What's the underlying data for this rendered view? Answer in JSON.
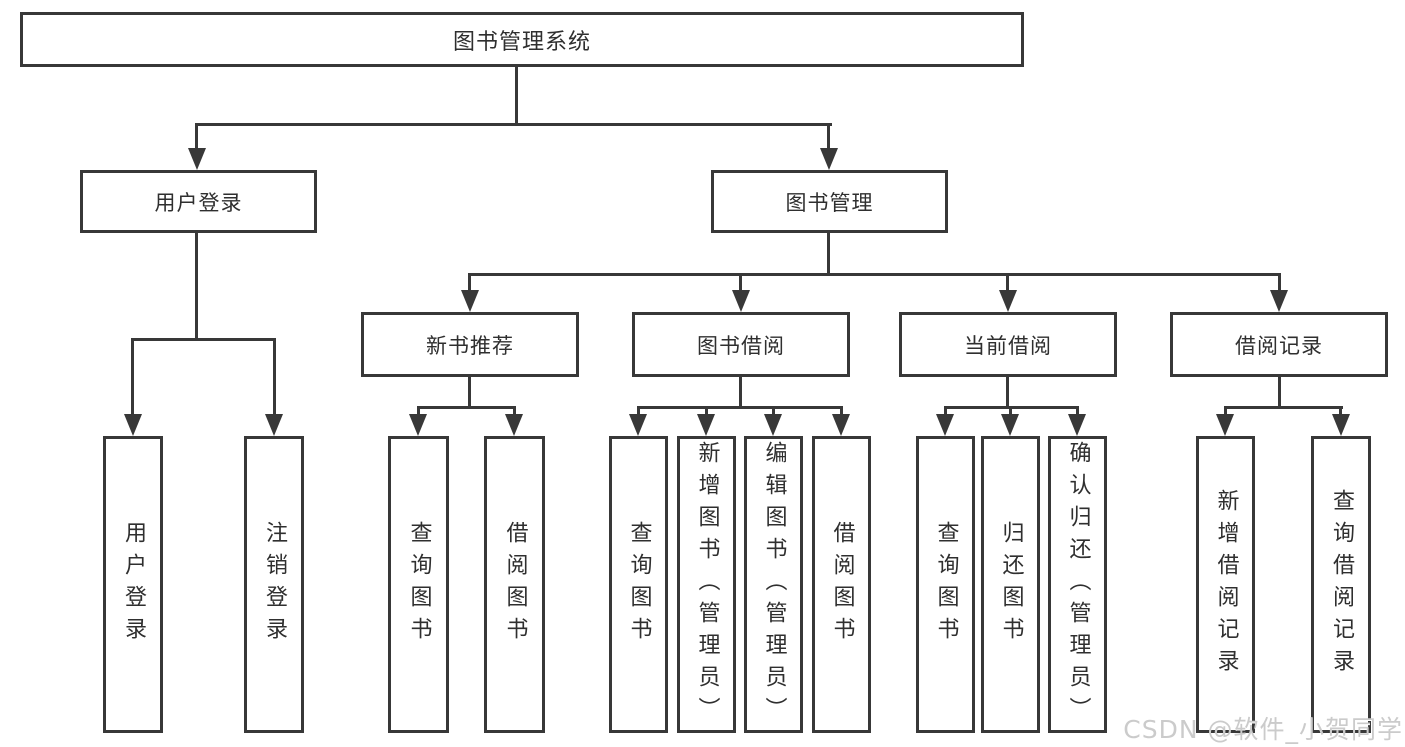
{
  "tree": {
    "label": "图书管理系统",
    "children": [
      {
        "label": "用户登录",
        "children": [
          {
            "label": "用户登录"
          },
          {
            "label": "注销登录"
          }
        ]
      },
      {
        "label": "图书管理",
        "children": [
          {
            "label": "新书推荐",
            "children": [
              {
                "label": "查询图书"
              },
              {
                "label": "借阅图书"
              }
            ]
          },
          {
            "label": "图书借阅",
            "children": [
              {
                "label": "查询图书"
              },
              {
                "label": "新增图书（管理员）"
              },
              {
                "label": "编辑图书（管理员）"
              },
              {
                "label": "借阅图书"
              }
            ]
          },
          {
            "label": "当前借阅",
            "children": [
              {
                "label": "查询图书"
              },
              {
                "label": "归还图书"
              },
              {
                "label": "确认归还（管理员）"
              }
            ]
          },
          {
            "label": "借阅记录",
            "children": [
              {
                "label": "新增借阅记录"
              },
              {
                "label": "查询借阅记录"
              }
            ]
          }
        ]
      }
    ]
  },
  "watermark": "CSDN @软件_小贺同学",
  "colors": {
    "line": "#383838",
    "box_border": "#383838",
    "text": "#2f2f2f",
    "watermark_text": "#cbcbcb",
    "background": "#ffffff"
  }
}
